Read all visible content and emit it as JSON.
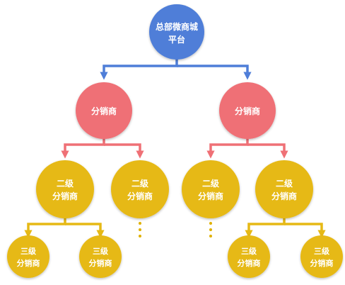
{
  "colors": {
    "level0": "#4f7ed8",
    "level1": "#ef7076",
    "level2": "#e6b915",
    "level3": "#e6b915",
    "text": "#ffffff",
    "dots": "#e0b100"
  },
  "nodes": {
    "root": {
      "line1": "总部微商城",
      "line2": "平台"
    },
    "dist_left": {
      "label": "分销商"
    },
    "dist_right": {
      "label": "分销商"
    },
    "l2_1": {
      "line1": "二级",
      "line2": "分销商"
    },
    "l2_2": {
      "line1": "二级",
      "line2": "分销商"
    },
    "l2_3": {
      "line1": "二级",
      "line2": "分销商"
    },
    "l2_4": {
      "line1": "二级",
      "line2": "分销商"
    },
    "l3_1": {
      "line1": "三级",
      "line2": "分销商"
    },
    "l3_2": {
      "line1": "三级",
      "line2": "分销商"
    },
    "l3_3": {
      "line1": "三级",
      "line2": "分销商"
    },
    "l3_4": {
      "line1": "三级",
      "line2": "分销商"
    }
  }
}
